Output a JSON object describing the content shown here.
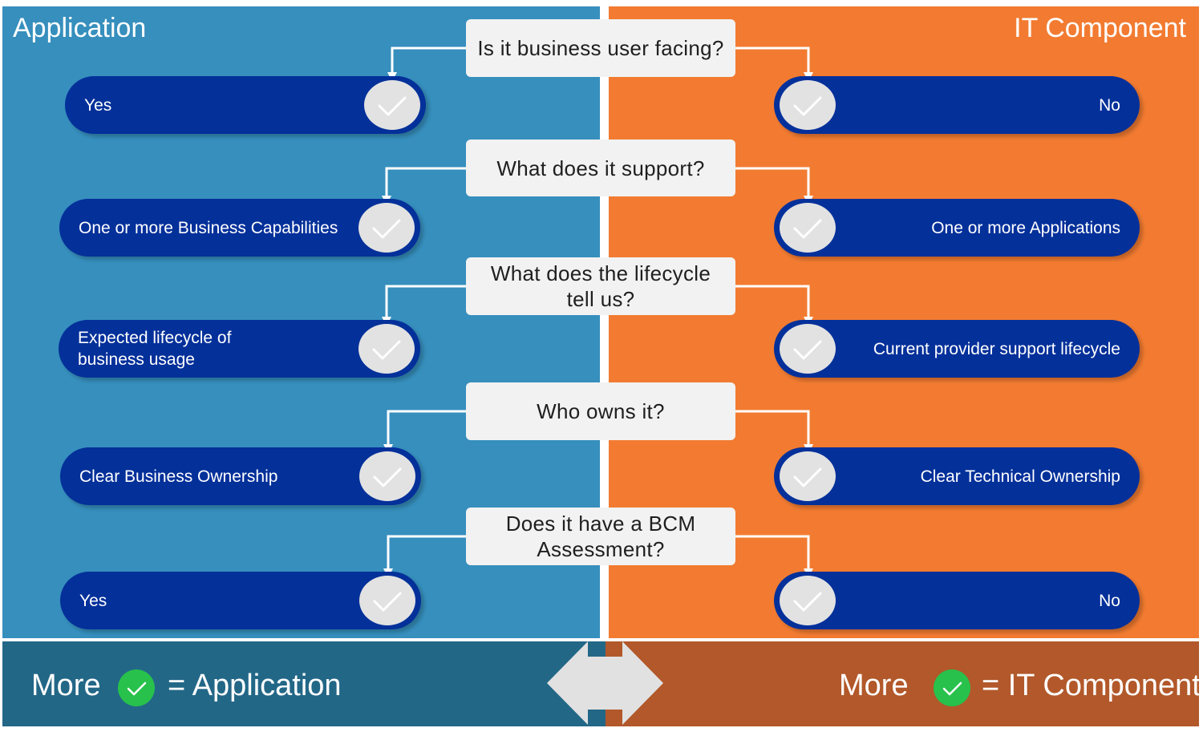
{
  "headers": {
    "left": "Application",
    "right": "IT Component"
  },
  "rows": [
    {
      "question": "Is it business user facing?",
      "left": "Yes",
      "right": "No"
    },
    {
      "question": "What does it support?",
      "left": "One or more Business Capabilities",
      "right": "One or more Applications"
    },
    {
      "question": "What does the lifecycle tell us?",
      "left": "Expected lifecycle of\nbusiness usage",
      "right": "Current provider support lifecycle"
    },
    {
      "question": "Who owns it?",
      "left": "Clear Business Ownership",
      "right": "Clear Technical Ownership"
    },
    {
      "question": "Does it have a BCM Assessment?",
      "left": "Yes",
      "right": "No"
    }
  ],
  "footer": {
    "left": {
      "more": "More",
      "result": "= Application"
    },
    "right": {
      "more": "More",
      "result": "= IT Component"
    }
  },
  "colors": {
    "application_panel": "#368fbd",
    "it_component_panel": "#f27b31",
    "application_band": "#236787",
    "it_component_band": "#b2582a",
    "pill": "#04309a",
    "question_box": "#f2f2f2",
    "check_circle": "#e2e2e2",
    "legend_check": "#27c14c"
  },
  "icons": {
    "pill_check": "check-circle-icon",
    "legend_check": "green-check-icon",
    "center": "double-arrow-icon"
  }
}
